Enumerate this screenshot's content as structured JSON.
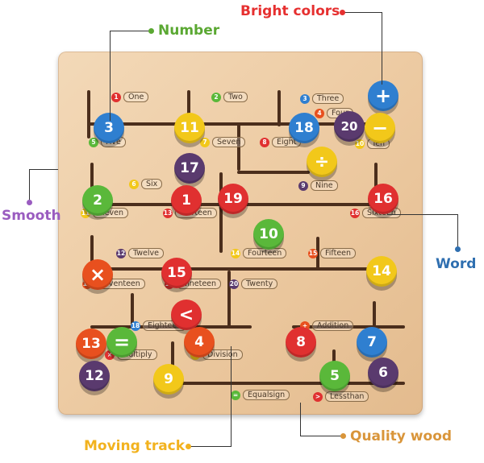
{
  "callouts": {
    "number": "Number",
    "bright_colors": "Bright colors",
    "smooth": "Smooth",
    "word": "Word",
    "moving_track": "Moving track",
    "quality_wood": "Quality wood"
  },
  "callout_colors": {
    "number": "#5aa832",
    "bright_colors": "#e63030",
    "smooth": "#9a5cc0",
    "word": "#2f6fb0",
    "moving_track": "#f2b21e",
    "quality_wood": "#d9953a"
  },
  "board_labels": [
    {
      "num": "1",
      "word": "One"
    },
    {
      "num": "2",
      "word": "Two"
    },
    {
      "num": "3",
      "word": "Three"
    },
    {
      "num": "4",
      "word": "Four"
    },
    {
      "num": "5",
      "word": "Five"
    },
    {
      "num": "7",
      "word": "Seven"
    },
    {
      "num": "8",
      "word": "Eight"
    },
    {
      "num": "10",
      "word": "Ten"
    },
    {
      "num": "6",
      "word": "Six"
    },
    {
      "num": "9",
      "word": "Nine"
    },
    {
      "num": "11",
      "word": "Eleven"
    },
    {
      "num": "13",
      "word": "Thirteen"
    },
    {
      "num": "16",
      "word": "Sixteen"
    },
    {
      "num": "12",
      "word": "Twelve"
    },
    {
      "num": "14",
      "word": "Fourteen"
    },
    {
      "num": "15",
      "word": "Fifteen"
    },
    {
      "num": "17",
      "word": "Seventeen"
    },
    {
      "num": "19",
      "word": "Nineteen"
    },
    {
      "num": "20",
      "word": "Twenty"
    },
    {
      "num": "18",
      "word": "Eighteen"
    },
    {
      "num": "+",
      "word": "Addition"
    },
    {
      "num": "×",
      "word": "Multiply"
    },
    {
      "num": "÷",
      "word": "Division"
    },
    {
      "num": "=",
      "word": "Equalsign"
    },
    {
      "num": ">",
      "word": "Lessthan"
    }
  ],
  "pieces": [
    {
      "label": "3",
      "color": "#2f7fd0"
    },
    {
      "label": "11",
      "color": "#f2c81a"
    },
    {
      "label": "18",
      "color": "#2f7fd0"
    },
    {
      "label": "20",
      "color": "#5a3a6e"
    },
    {
      "label": "+",
      "color": "#2f7fd0"
    },
    {
      "label": "−",
      "color": "#f2c81a"
    },
    {
      "label": "÷",
      "color": "#f2c81a"
    },
    {
      "label": "17",
      "color": "#5a3a6e"
    },
    {
      "label": "2",
      "color": "#5ab83a"
    },
    {
      "label": "1",
      "color": "#e03030"
    },
    {
      "label": "19",
      "color": "#e03030"
    },
    {
      "label": "16",
      "color": "#e03030"
    },
    {
      "label": "10",
      "color": "#5ab83a"
    },
    {
      "label": "×",
      "color": "#e8501e"
    },
    {
      "label": "15",
      "color": "#e03030"
    },
    {
      "label": "14",
      "color": "#f2c81a"
    },
    {
      "label": "<",
      "color": "#e03030"
    },
    {
      "label": "4",
      "color": "#e8501e"
    },
    {
      "label": "13",
      "color": "#e8501e"
    },
    {
      "label": "=",
      "color": "#5ab83a"
    },
    {
      "label": "12",
      "color": "#5a3a6e"
    },
    {
      "label": "9",
      "color": "#f2c81a"
    },
    {
      "label": "8",
      "color": "#e03030"
    },
    {
      "label": "7",
      "color": "#2f7fd0"
    },
    {
      "label": "5",
      "color": "#5ab83a"
    },
    {
      "label": "6",
      "color": "#5a3a6e"
    }
  ]
}
